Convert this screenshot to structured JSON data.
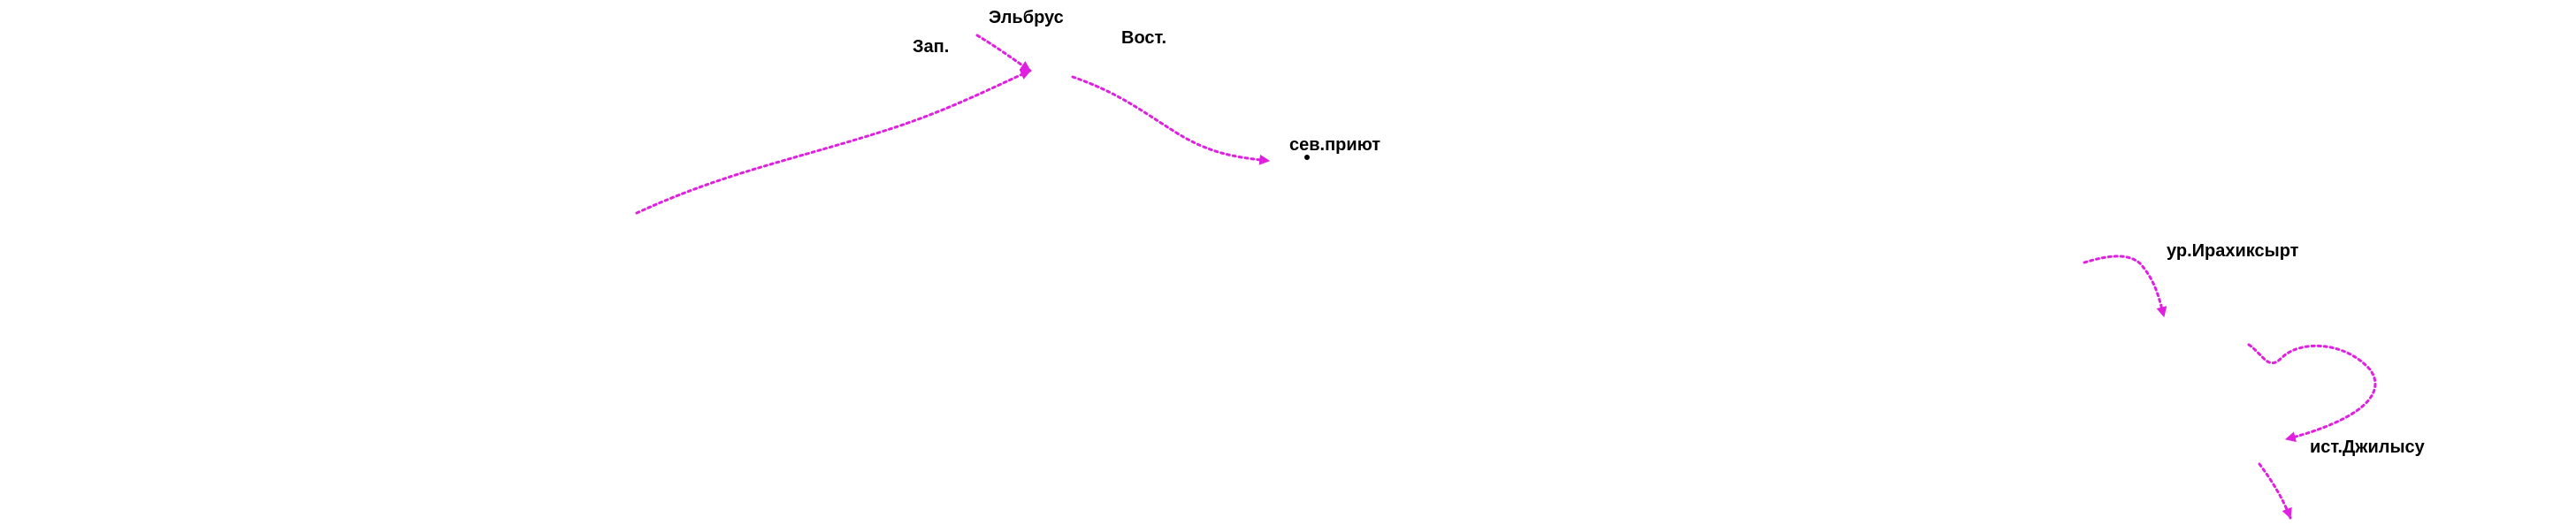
{
  "map": {
    "route_color": "#e020e0",
    "marker_color": "#000000",
    "labels": {
      "elbrus": "Эльбрус",
      "west": "Зап.",
      "east": "Вост.",
      "north_shelter": "сев.приют",
      "irakhiksyrt": "ур.Ирахиксырт",
      "dzhilysu": "ист.Джилысу"
    },
    "markers": [
      "point-marker"
    ]
  }
}
